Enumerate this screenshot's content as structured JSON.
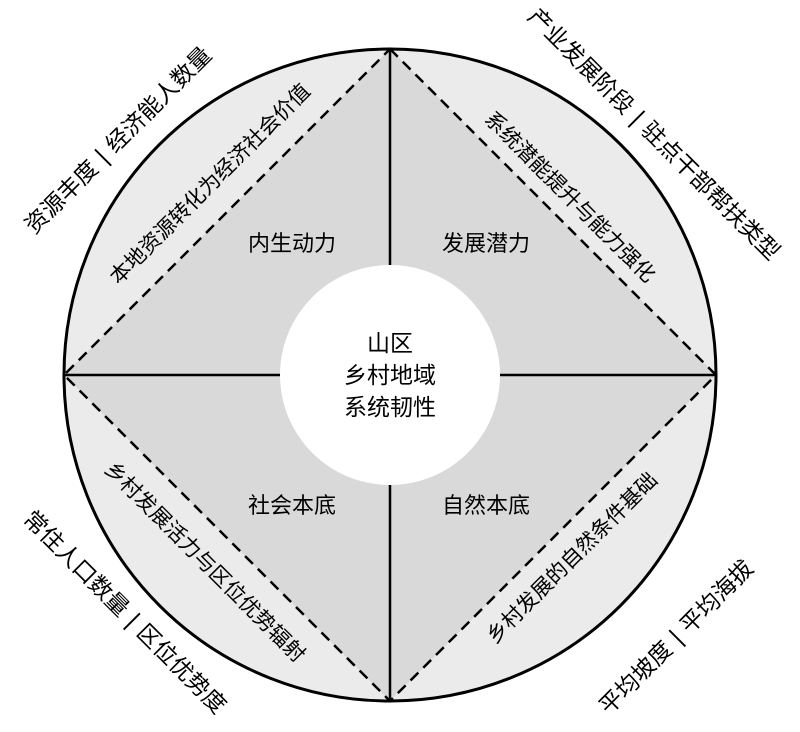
{
  "center": {
    "line1": "山区",
    "line2": "乡村地域",
    "line3": "系统韧性"
  },
  "quadrants": {
    "top_left": "内生动力",
    "top_right": "发展潜力",
    "bottom_left": "社会本底",
    "bottom_right": "自然本底"
  },
  "inner_labels": {
    "top_left": "本地资源转化为经济社会价值",
    "top_right": "系统潜能提升与能力强化",
    "bottom_left": "乡村发展活力与区位优势辐射",
    "bottom_right": "乡村发展的自然条件基础"
  },
  "outer_labels": {
    "top_left": "资源丰度 | 经济能人数量",
    "top_right": "产业发展阶段 | 驻点干部帮扶类型",
    "bottom_left": "常住人口数量 | 区位优势度",
    "bottom_right": "平均坡度 | 平均海拔"
  },
  "colors": {
    "ring_fill": "#ebebeb",
    "diamond_fill": "#d9d9d9",
    "center_fill": "#ffffff",
    "stroke": "#000000"
  }
}
